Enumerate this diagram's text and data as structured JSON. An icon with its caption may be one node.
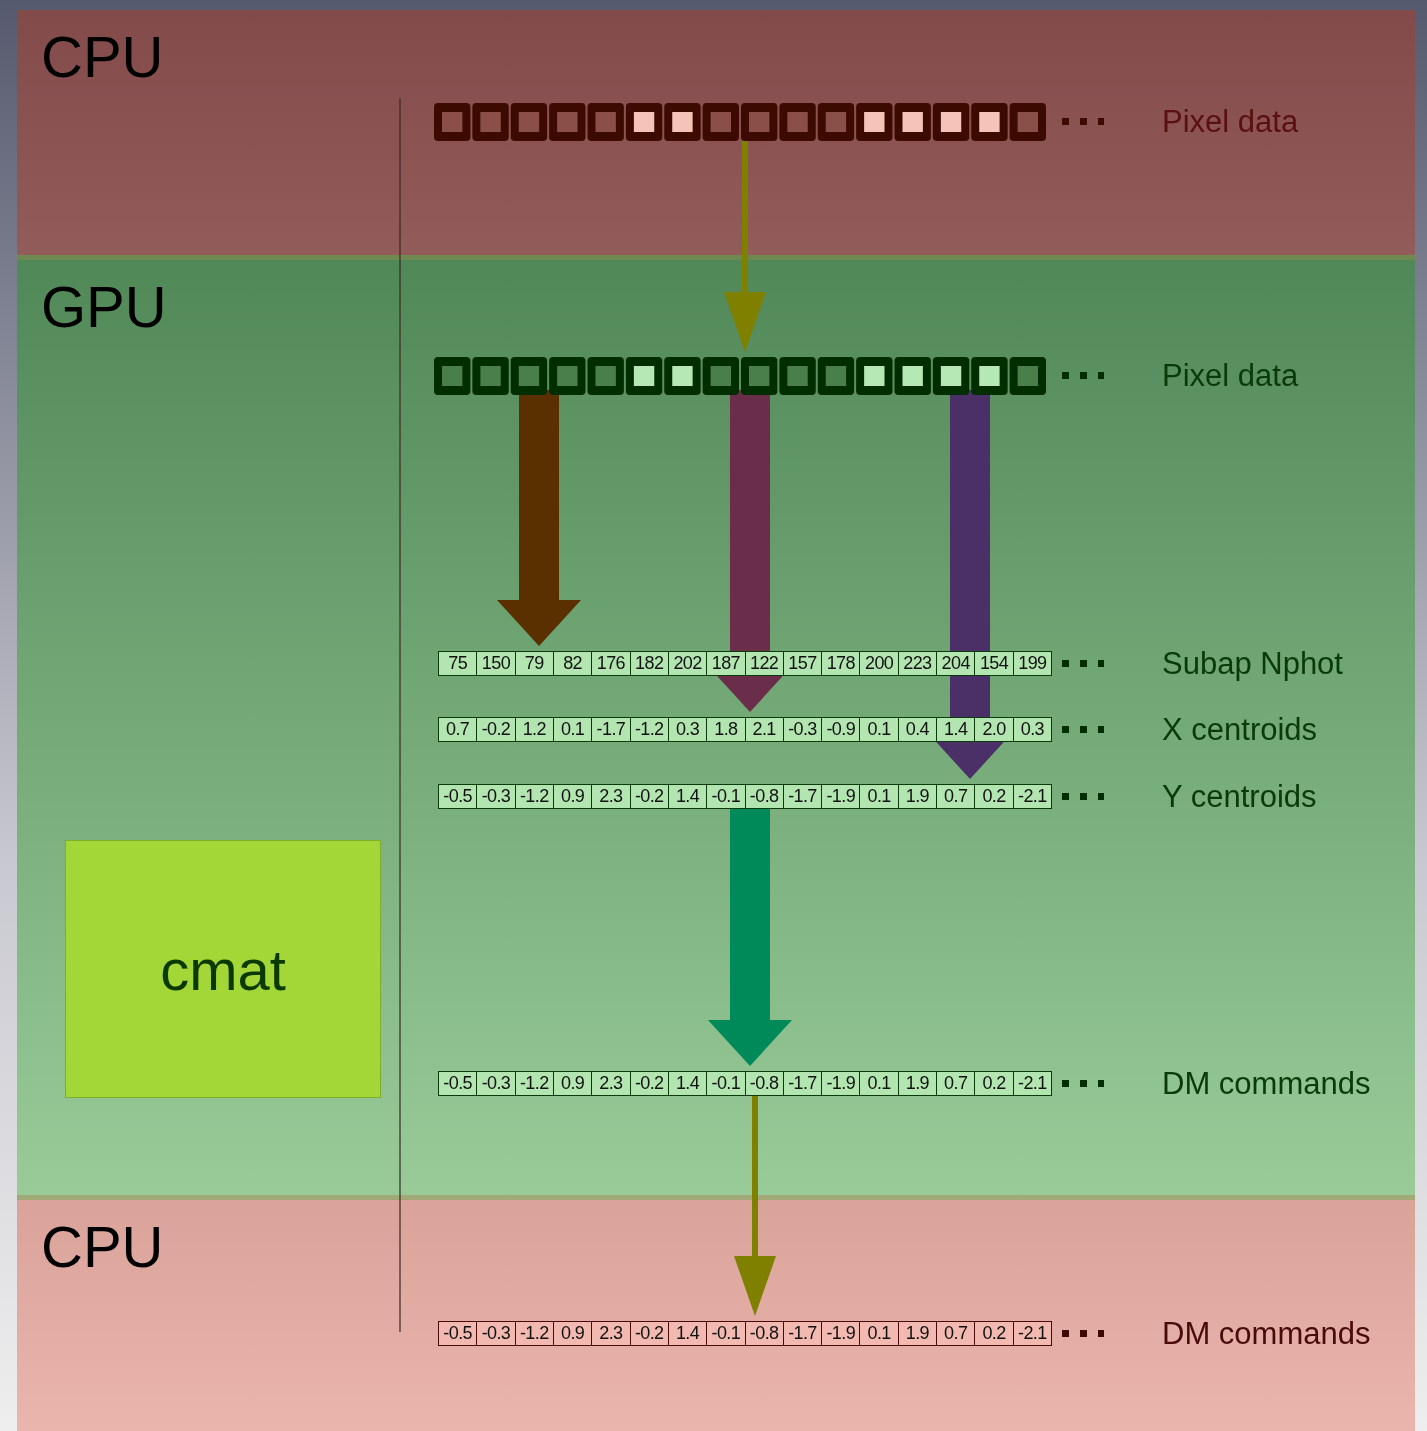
{
  "diagram": {
    "nodes": [
      {
        "text": [
          "CPU"
        ]
      },
      {
        "text": [],
        "shape": "bar",
        "in": 0,
        "beside": [
          "Pixel data"
        ]
      },
      {
        "text": [
          "GPU"
        ]
      },
      {
        "text": [],
        "shape": "bar",
        "in": 2,
        "beside": [
          "Pixel data"
        ]
      },
      {
        "text": [
          "75",
          "150",
          "79",
          "82",
          "176",
          "182",
          "202",
          "187",
          "122",
          "157",
          "178",
          "200",
          "223",
          "204",
          "154",
          "199"
        ],
        "in": 2,
        "beside": [
          "Subap Nphot"
        ]
      },
      {
        "text": [
          "0.7",
          "-0.2",
          "1.2",
          "0.1",
          "-1.7",
          "-1.2",
          "0.3",
          "1.8",
          "2.1",
          "-0.3",
          "-0.9",
          "0.1",
          "0.4",
          "1.4",
          "2.0",
          "0.3"
        ],
        "in": 2,
        "beside": [
          "X centroids"
        ]
      },
      {
        "text": [
          "-0.5",
          "-0.3",
          "-1.2",
          "0.9",
          "2.3",
          "-0.2",
          "1.4",
          "-0.1",
          "-0.8",
          "-1.7",
          "-1.9",
          "0.1",
          "1.9",
          "0.7",
          "0.2",
          "-2.1"
        ],
        "in": 2,
        "beside": [
          "Y centroids"
        ]
      },
      {
        "text": [
          "cmat"
        ],
        "in": 2
      },
      {
        "text": [
          "-0.5",
          "-0.3",
          "-1.2",
          "0.9",
          "2.3",
          "-0.2",
          "1.4",
          "-0.1",
          "-0.8",
          "-1.7",
          "-1.9",
          "0.1",
          "1.9",
          "0.7",
          "0.2",
          "-2.1"
        ],
        "in": 2,
        "beside": [
          "DM commands"
        ]
      },
      {
        "text": [
          "CPU"
        ]
      },
      {
        "text": [
          "-0.5",
          "-0.3",
          "-1.2",
          "0.9",
          "2.3",
          "-0.2",
          "1.4",
          "-0.1",
          "-0.8",
          "-1.7",
          "-1.9",
          "0.1",
          "1.9",
          "0.7",
          "0.2",
          "-2.1"
        ],
        "in": 9,
        "beside": [
          "DM commands"
        ]
      }
    ],
    "edges": [
      {
        "from": 1,
        "to": 3,
        "arrow": "to"
      },
      {
        "from": 3,
        "to": 4,
        "arrow": "to",
        "style": "thick",
        "color": "#5a3000"
      },
      {
        "from": 3,
        "to": 5,
        "arrow": "to",
        "style": "thick",
        "color": "#6a2e4a"
      },
      {
        "from": 3,
        "to": 6,
        "arrow": "to",
        "style": "thick",
        "color": "#4b3068"
      },
      {
        "from": 6,
        "to": 8,
        "arrow": "to",
        "style": "thick",
        "color": "#008a5a"
      },
      {
        "from": 8,
        "to": 10,
        "arrow": "to"
      }
    ]
  }
}
